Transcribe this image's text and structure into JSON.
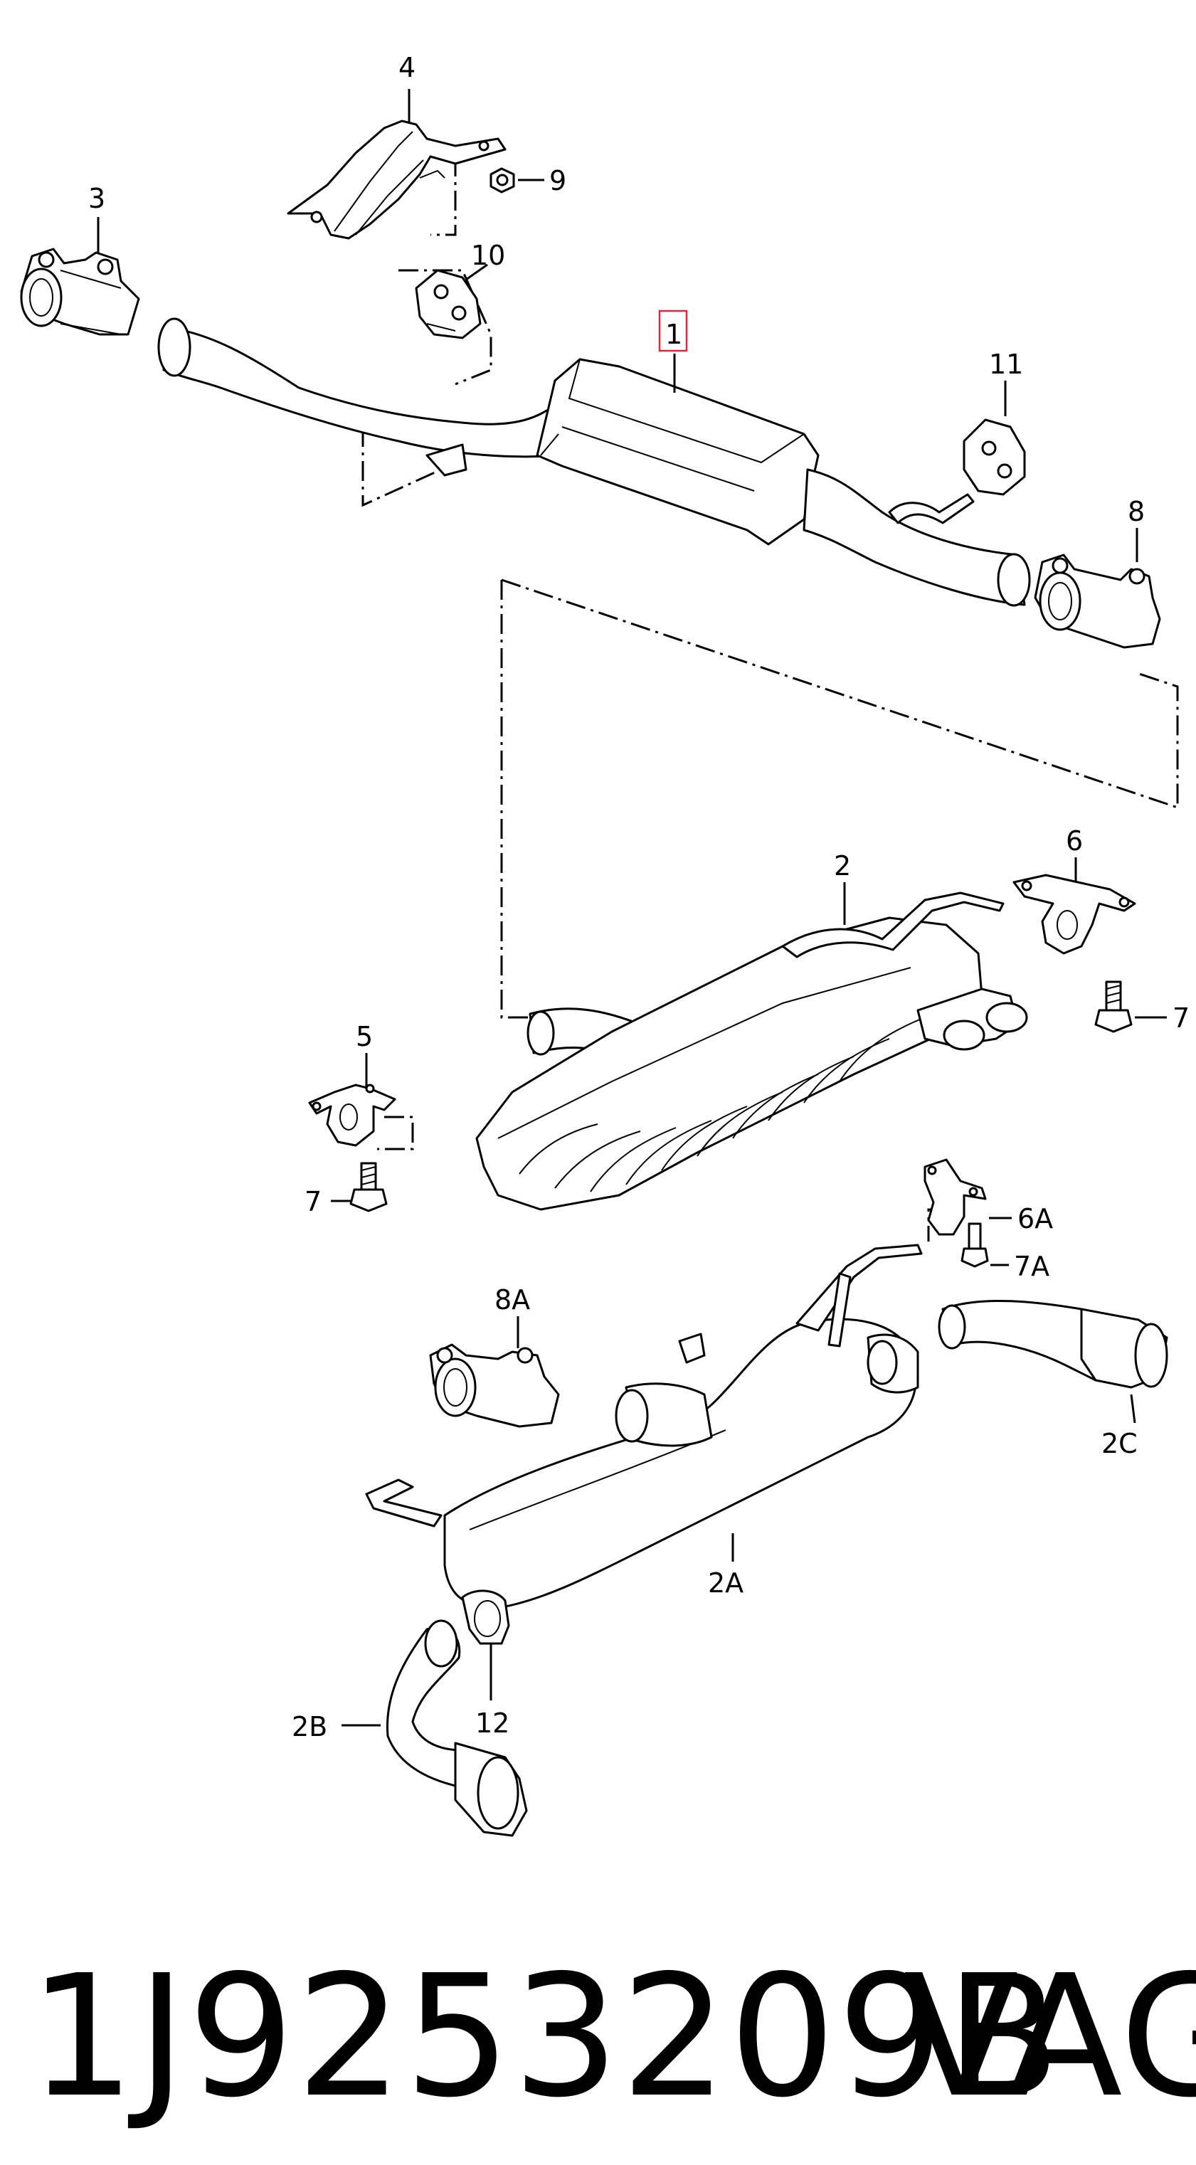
{
  "callouts": {
    "c1": "1",
    "c2": "2",
    "c2A": "2A",
    "c2B": "2B",
    "c2C": "2C",
    "c3": "3",
    "c4": "4",
    "c5": "5",
    "c6": "6",
    "c6A": "6A",
    "c7a": "7",
    "c7b": "7",
    "c7A": "7A",
    "c8": "8",
    "c8A": "8A",
    "c9": "9",
    "c10": "10",
    "c11": "11",
    "c12": "12"
  },
  "highlight_color": "#e0283c",
  "footer": {
    "part_number": "1J9253209B",
    "brand": "VAG"
  }
}
